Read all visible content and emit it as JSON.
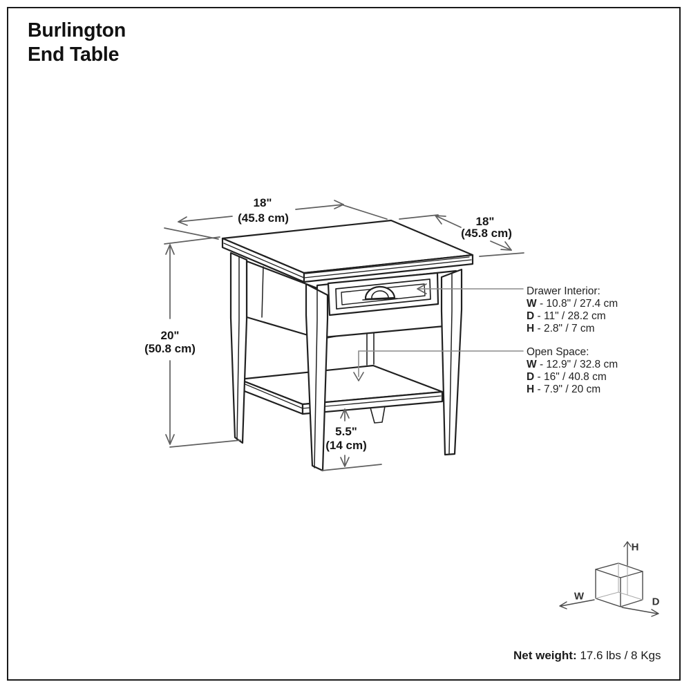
{
  "title": {
    "line1": "Burlington",
    "line2": "End Table"
  },
  "dimensions": {
    "width": {
      "inches": "18\"",
      "metric": "(45.8 cm)"
    },
    "depth": {
      "inches": "18\"",
      "metric": "(45.8 cm)"
    },
    "height": {
      "inches": "20\"",
      "metric": "(50.8 cm)"
    },
    "shelf_clearance": {
      "inches": "5.5\"",
      "metric": "(14 cm)"
    }
  },
  "specs": {
    "separator": " - ",
    "drawer_interior": {
      "label": "Drawer Interior:",
      "rows": [
        {
          "key": "W",
          "value": "10.8\" / 27.4 cm"
        },
        {
          "key": "D",
          "value": "11\" / 28.2 cm"
        },
        {
          "key": "H",
          "value": "2.8\" / 7 cm"
        }
      ]
    },
    "open_space": {
      "label": "Open Space:",
      "rows": [
        {
          "key": "W",
          "value": "12.9\" / 32.8 cm"
        },
        {
          "key": "D",
          "value": "16\" / 40.8 cm"
        },
        {
          "key": "H",
          "value": "7.9\" / 20 cm"
        }
      ]
    }
  },
  "axis_cube": {
    "w": "W",
    "d": "D",
    "h": "H"
  },
  "net_weight": {
    "label": "Net weight:",
    "value": " 17.6 lbs / 8 Kgs"
  },
  "colors": {
    "line_art": "#202020",
    "dimension_lines": "#5f5f5f",
    "text": "#1a1a1a"
  }
}
